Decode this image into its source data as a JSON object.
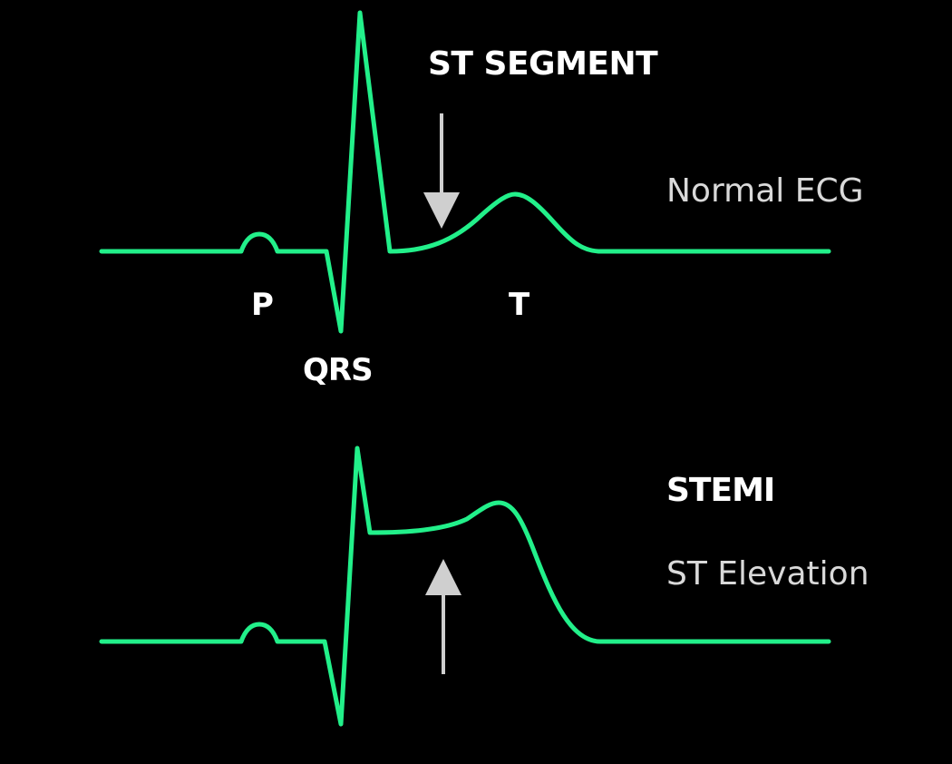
{
  "colors": {
    "background": "#000000",
    "trace": "#22f08a",
    "label_primary": "#ffffff",
    "label_secondary": "#d9d9d9",
    "arrow": "#cfcfcf"
  },
  "normal_ecg": {
    "title": "Normal ECG",
    "st_segment_label": "ST SEGMENT",
    "arrow_direction": "down",
    "wave_labels": {
      "p": "P",
      "qrs": "QRS",
      "t": "T"
    }
  },
  "stemi_ecg": {
    "title": "STEMI",
    "subtitle": "ST Elevation",
    "arrow_direction": "up"
  }
}
